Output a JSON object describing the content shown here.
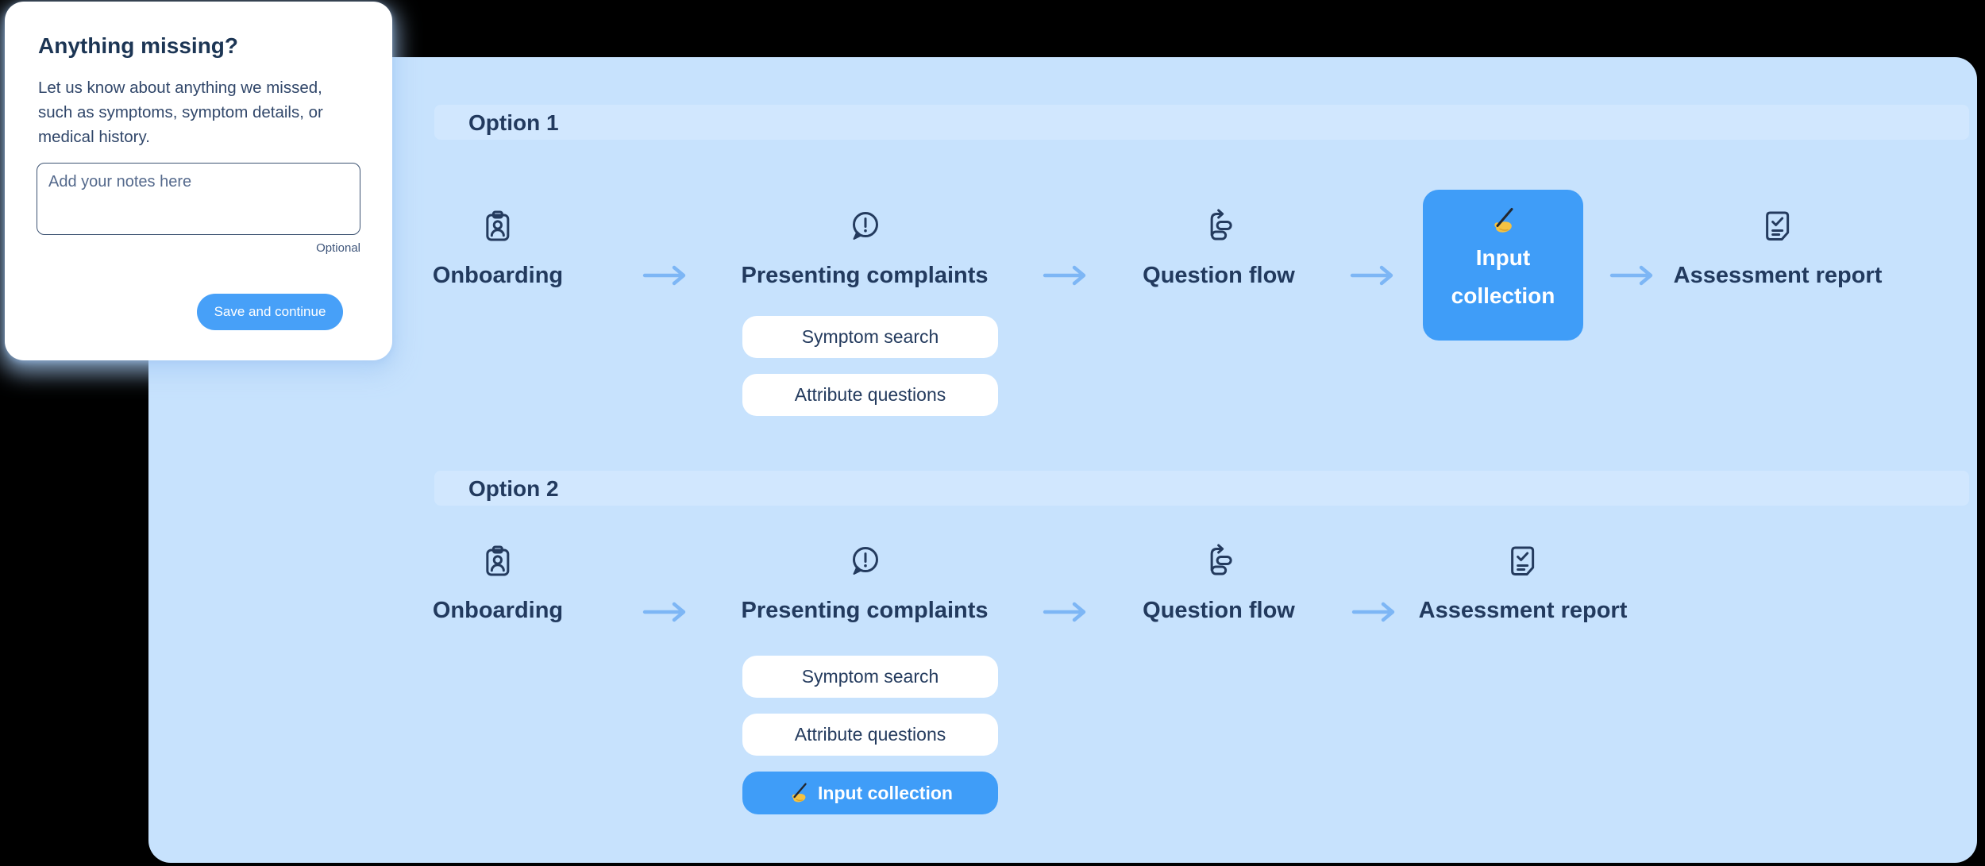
{
  "popover": {
    "title": "Anything missing?",
    "description": "Let us know about anything we missed, such as symptoms, symptom details, or medical history.",
    "notes_placeholder": "Add your notes here",
    "optional_label": "Optional",
    "save_button_label": "Save and continue"
  },
  "flows": [
    {
      "title": "Option 1",
      "steps": [
        "Onboarding",
        "Presenting complaints",
        "Question flow",
        "Input collection",
        "Assessment report"
      ],
      "highlighted_step": "Input collection",
      "sub_steps": [
        "Symptom search",
        "Attribute questions"
      ]
    },
    {
      "title": "Option 2",
      "steps": [
        "Onboarding",
        "Presenting complaints",
        "Question flow",
        "Assessment report"
      ],
      "sub_steps": [
        "Symptom search",
        "Attribute questions",
        "Input collection"
      ],
      "highlighted_sub_step": "Input collection"
    }
  ],
  "icons": {
    "onboarding": "id-badge-icon",
    "presenting_complaints": "alert-speech-bubble-icon",
    "question_flow": "flow-branch-icon",
    "input_collection": "writing-hand-icon",
    "assessment_report": "report-check-icon",
    "arrow": "arrow-right-icon"
  },
  "colors": {
    "canvas": "#000000",
    "panel": "#c7e2fd",
    "row_highlight": "#d1e7fe",
    "dark_text": "#223a5e",
    "accent_blue": "#3f9df8",
    "arrow_blue": "#7db6f5",
    "pill_white": "#ffffff"
  }
}
